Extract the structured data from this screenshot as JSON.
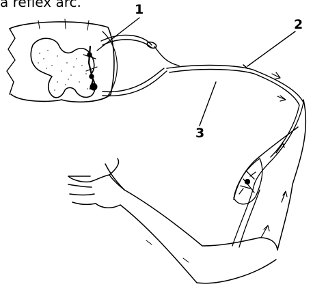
{
  "caption": "a reflex arc.",
  "callouts": [
    {
      "number": "1"
    },
    {
      "number": "2"
    },
    {
      "number": "3"
    }
  ],
  "colors": {
    "ink": "#000000",
    "background": "#ffffff",
    "stipple": "#555555"
  }
}
